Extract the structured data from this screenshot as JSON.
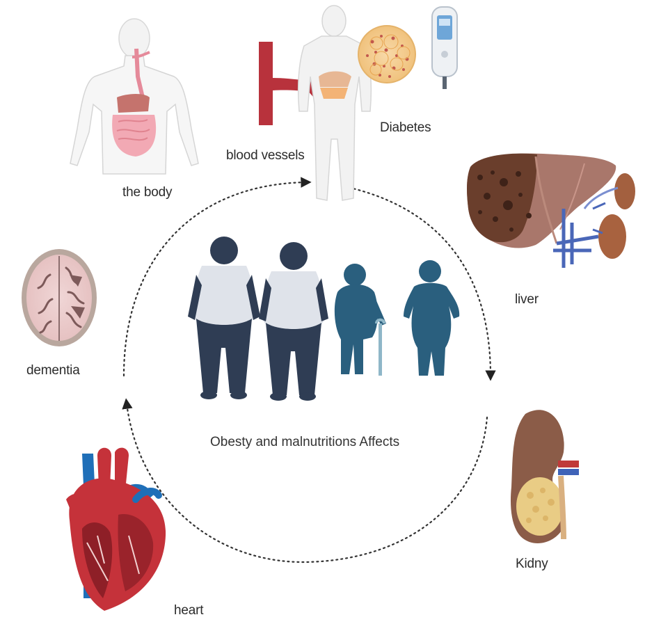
{
  "labels": {
    "body": "the body",
    "vessels": "blood vessels",
    "diabetes": "Diabetes",
    "liver": "liver",
    "kidney": "Kidny",
    "heart": "heart",
    "dementia": "dementia"
  },
  "center_caption": "Obesty and malnutritions Affects",
  "icons": [
    "body-anatomy-icon",
    "blood-vessel-icon",
    "human-figure-icon",
    "fat-cells-icon",
    "glucose-meter-icon",
    "liver-icon",
    "kidney-icon",
    "heart-icon",
    "brain-icon",
    "people-group-icon"
  ],
  "colors": {
    "people_gray_shirt": "#dfe3ea",
    "people_navy": "#2f3d54",
    "people_teal": "#2a5f7e",
    "vessel_red": "#b8323c",
    "liver_brown": "#8a5a4c",
    "kidney_brown": "#8b5c48",
    "heart_red": "#c5323a",
    "heart_blue": "#1f6fb8"
  }
}
